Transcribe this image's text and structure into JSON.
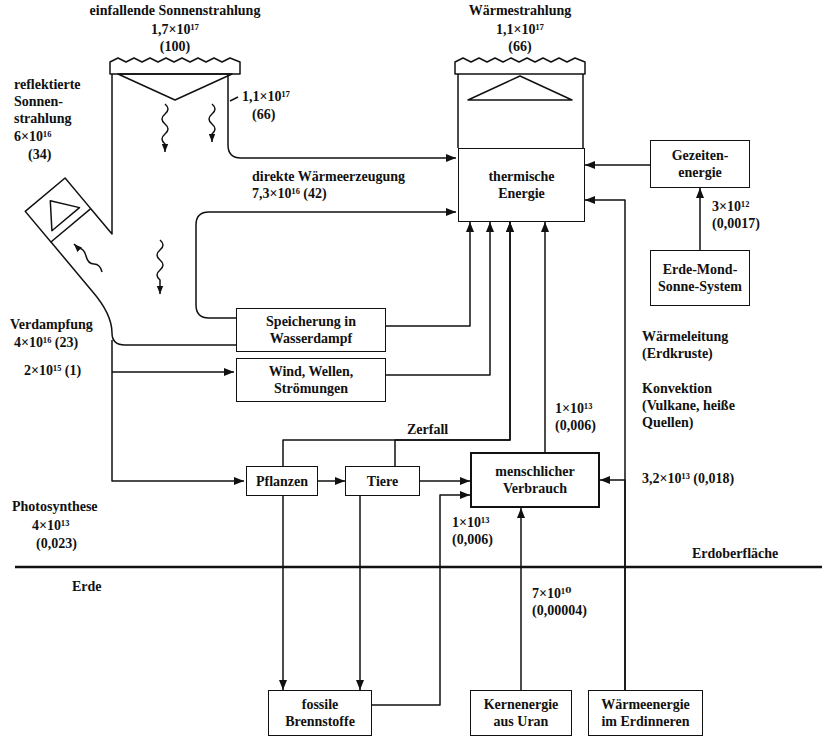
{
  "diagram": {
    "nodes": [
      {
        "text": [
          "thermische Energie"
        ]
      },
      {
        "text": [
          "Gezeiten-energie"
        ]
      },
      {
        "text": [
          "Erde-Mond-Sonne-System"
        ]
      },
      {
        "text": [
          "Speicherung in Wasserdampf"
        ]
      },
      {
        "text": [
          "Wind, Wellen, Strömungen"
        ]
      },
      {
        "text": [
          "Pflanzen"
        ]
      },
      {
        "text": [
          "Tiere"
        ]
      },
      {
        "text": [
          "menschlicher Verbrauch"
        ]
      },
      {
        "text": [
          "fossile Brennstoffe"
        ]
      },
      {
        "text": [
          "Kernenergie aus Uran"
        ]
      },
      {
        "text": [
          "Wärmeenergie im Erdinneren"
        ]
      }
    ],
    "edges": [
      {
        "from": 1,
        "to": 0,
        "arrow": "to"
      },
      {
        "from": 2,
        "to": 1,
        "label": "3×10¹² (0,0017)",
        "arrow": "to"
      },
      {
        "from": 3,
        "to": 0,
        "arrow": "to"
      },
      {
        "from": 4,
        "to": 0,
        "arrow": "to"
      },
      {
        "from": 5,
        "to": 6,
        "arrow": "to"
      },
      {
        "from": 6,
        "to": 7,
        "arrow": "to"
      },
      {
        "from": 7,
        "to": 0,
        "label": "1×10¹³ (0,006)",
        "arrow": "to"
      },
      {
        "from": 5,
        "to": 0,
        "label": "Zerfall",
        "arrow": "to"
      },
      {
        "from": 6,
        "to": 0,
        "arrow": "to"
      },
      {
        "from": 5,
        "to": 8,
        "arrow": "to"
      },
      {
        "from": 6,
        "to": 8,
        "arrow": "to"
      },
      {
        "from": 8,
        "to": 7,
        "label": "1×10¹³ (0,006)",
        "arrow": "to"
      },
      {
        "from": 9,
        "to": 7,
        "label": "7×10¹⁰ (0,00004)",
        "arrow": "to"
      },
      {
        "from": 10,
        "to": 0,
        "arrow": "to"
      },
      {
        "from": 10,
        "to": 7,
        "arrow": "to"
      }
    ],
    "labels": [
      "einfallende Sonnenstrahlung",
      "1,7×10¹⁷",
      "(100)",
      "reflektierte Sonnen-strahlung",
      "6×10¹⁶",
      "(34)",
      "1,1×10¹⁷",
      "(66)",
      "Wärmestrahlung",
      "1,1×10¹⁷",
      "(66)",
      "direkte Wärmeerzeugung 7,3×10¹⁶ (42)",
      "Verdampfung",
      "4×10¹⁶ (23)",
      "2×10¹⁵ (1)",
      "Photosynthese",
      "4×10¹³",
      "(0,023)",
      "Wärmeleitung (Erdkruste)",
      "Konvektion (Vulkane, heiße Quellen)",
      "3,2×10¹³ (0,018)",
      "Erdoberfläche",
      "Erde"
    ]
  }
}
